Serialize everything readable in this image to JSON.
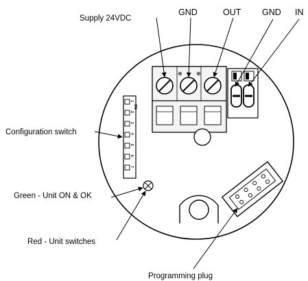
{
  "labels": {
    "supply": "Supply 24VDC",
    "gnd_top": "GND",
    "out": "OUT",
    "gnd_right": "GND",
    "in": "IN",
    "config_switch": "Configuration switch",
    "green_led": "Green - Unit ON & OK",
    "red_led": "Red - Unit switches",
    "programming_plug": "Programming plug"
  },
  "dip_switch": {
    "on_label": "ON",
    "position_numbers": [
      "1",
      "2",
      "3",
      "4",
      "5",
      "6",
      "7"
    ]
  },
  "colors": {
    "line": "#000000",
    "background": "#ffffff",
    "terminal_fill": "#f4f4f4"
  }
}
